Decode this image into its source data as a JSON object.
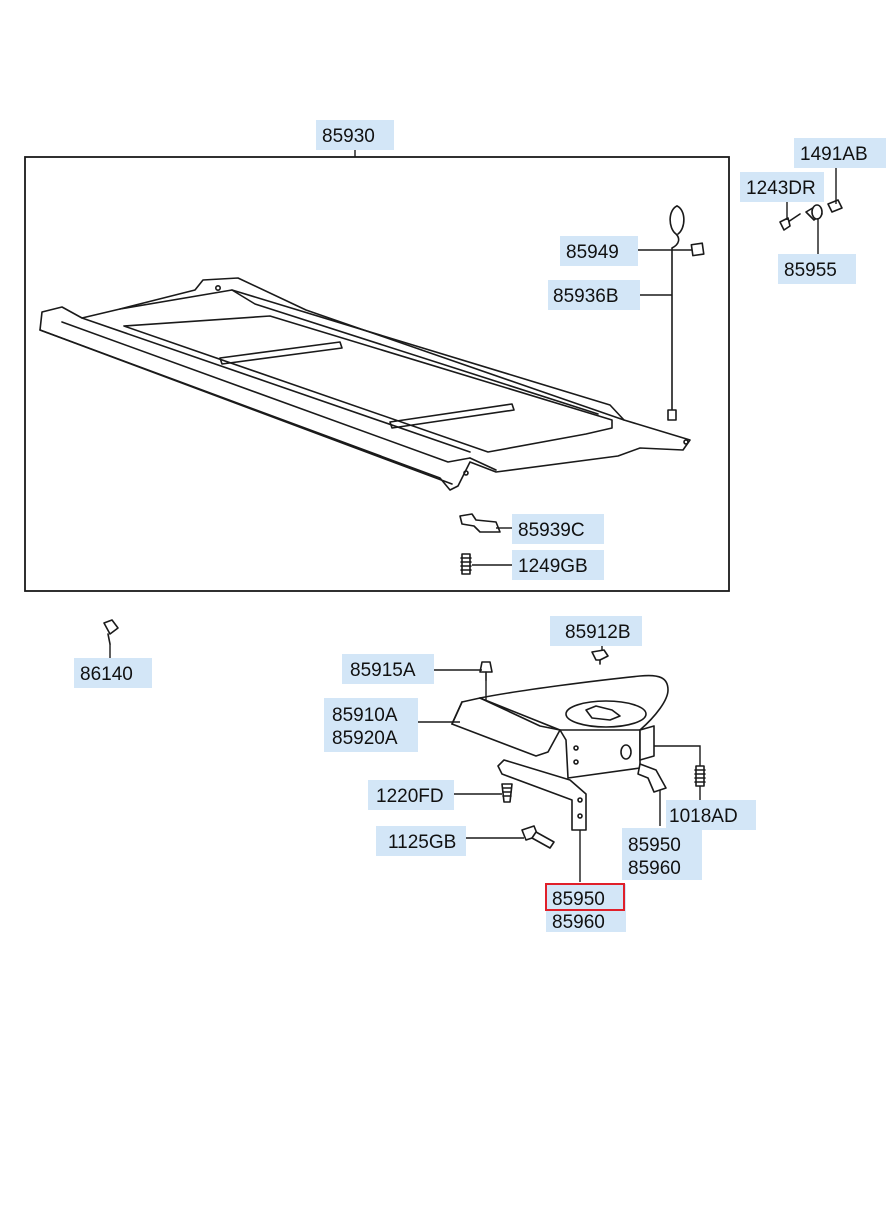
{
  "labels": {
    "l85930": "85930",
    "l1491AB": "1491AB",
    "l1243DR": "1243DR",
    "l85955": "85955",
    "l85949": "85949",
    "l85936B": "85936B",
    "l85939C": "85939C",
    "l1249GB": "1249GB",
    "l86140": "86140",
    "l85912B": "85912B",
    "l85915A": "85915A",
    "l85910A": "85910A",
    "l85920A": "85920A",
    "l1220FD": "1220FD",
    "l1018AD": "1018AD",
    "l1125GB": "1125GB",
    "l85950a": "85950",
    "l85960a": "85960",
    "l85950b": "85950",
    "l85960b": "85960"
  },
  "colors": {
    "label_background": "#d3e6f7",
    "highlight_border": "#e0202a",
    "line": "#1a1a1a"
  }
}
